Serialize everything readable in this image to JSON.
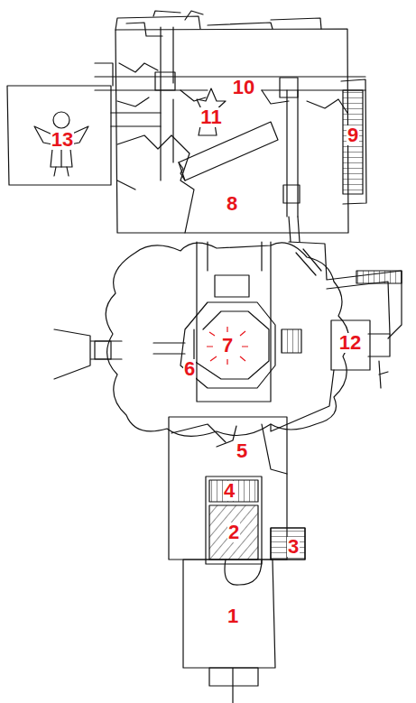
{
  "diagram": {
    "labels": [
      "10",
      "11",
      "13",
      "9",
      "8",
      "7",
      "6",
      "12",
      "5",
      "4",
      "2",
      "3",
      "1"
    ]
  }
}
